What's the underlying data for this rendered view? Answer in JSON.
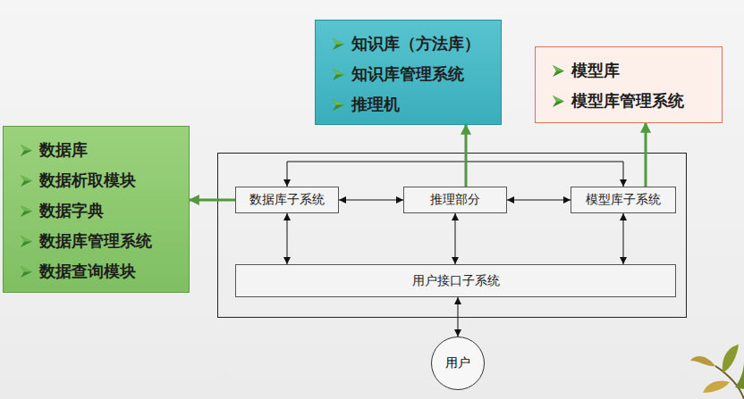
{
  "diagram": {
    "nodes": [
      {
        "text": [
          "知识库（方法库）",
          "知识库管理系统",
          "推理机"
        ]
      },
      {
        "text": [
          "模型库",
          "模型库管理系统"
        ]
      },
      {
        "text": [
          "数据库",
          "数据析取模块",
          "数据字典",
          "数据库管理系统",
          "数据查询模块"
        ]
      },
      {
        "text": [
          "数据库子系统"
        ]
      },
      {
        "text": [
          "推理部分"
        ]
      },
      {
        "text": [
          "模型库子系统"
        ]
      },
      {
        "text": [
          "用户接口子系统"
        ]
      },
      {
        "text": [
          "用户"
        ]
      }
    ],
    "edges": [
      {
        "from": 3,
        "to": 4,
        "arrow": "both"
      },
      {
        "from": 4,
        "to": 5,
        "arrow": "both"
      },
      {
        "from": 3,
        "to": 5,
        "arrow": "both"
      },
      {
        "from": 3,
        "to": 6,
        "arrow": "both"
      },
      {
        "from": 4,
        "to": 6,
        "arrow": "both"
      },
      {
        "from": 5,
        "to": 6,
        "arrow": "both"
      },
      {
        "from": 6,
        "to": 7,
        "arrow": "both"
      },
      {
        "from": 3,
        "to": 2,
        "arrow": "to"
      },
      {
        "from": 4,
        "to": 0,
        "arrow": "to"
      },
      {
        "from": 5,
        "to": 1,
        "arrow": "to"
      }
    ]
  }
}
